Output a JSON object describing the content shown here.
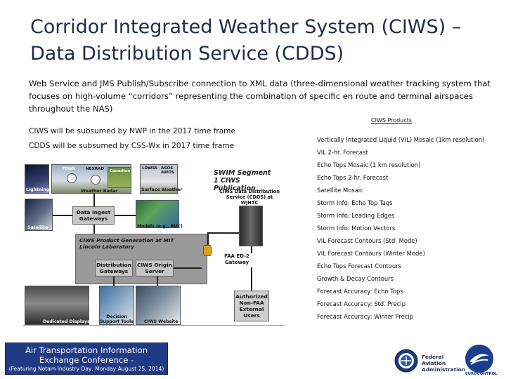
{
  "slide": {
    "title": "Corridor Integrated Weather System (CIWS) – Data Distribution Service (CDDS)",
    "intro": "Web Service and JMS Publish/Subscribe connection to XML data (three-dimensional weather tracking system that focuses on high-volume “corridors” representing the combination of specific en route and terminal airspaces throughout the NAS)",
    "note_nwp": "CIWS will be subsumed by NWP in the 2017 time frame",
    "note_csswx": "CDDS will be subsumed by CSS-Wx in 2017 time frame"
  },
  "products": {
    "heading": "CIWS Products",
    "items": [
      "Vertically Integrated Liquid (VIL) Mosaic (1km resolution)",
      "VIL 2-hr. Forecast",
      "Echo Tops Mosaic (1 km resolution)",
      "Echo Tops 2-hr. Forecast",
      "Satellite Mosaic",
      "Storm Info: Echo Top Tags",
      "Storm Info: Leading Edges",
      "Storm Info: Motion Vectors",
      "VIL Forecast Contours (Std. Mode)",
      "VIL Forecast Contours (Winter Mode)",
      "Echo Tops Forecast Contours",
      "Growth & Decay Contours",
      "Forecast Accuracy: Echo Tops",
      "Forecast Accuracy: Std. Precip",
      "Forecast Accuracy: Winter Precip"
    ]
  },
  "diagram": {
    "tdwr": "TDWR",
    "nexrad": "NEXRAD",
    "canadian": "Canadian",
    "ldwss": "LDWSS",
    "asos": "ASOS AWOS",
    "lightning": "Lightning",
    "weather_radar": "Weather Radar",
    "surface_weather": "Surface Weather",
    "satellite": "Satellite",
    "data_ingest": "Data Ingest Gateways",
    "models": "Models (e.g., RUC)",
    "swim_heading": "SWIM Segment 1 CIWS Publication",
    "cdds": "CIWS Data Distribution Service (CDDS) at WJHTC",
    "product_generation": "CIWS Product Generation at MIT Lincoln Laboratory",
    "distribution_gateways": "Distribution Gateways",
    "origin_server": "CIWS Origin Server",
    "faa_gateway": "FAA ED-2 Gateway",
    "authorized_users": "Authorized Non-FAA External Users",
    "dedicated_displays": "Dedicated Displays",
    "decision_support": "Decision Support Tools",
    "ciws_website": "CIWS Website"
  },
  "footer": {
    "banner_line1": "Air Transportation Information",
    "banner_line2": "Exchange Conference -",
    "banner_line3": "(Featuring Notam Industry Day, Monday August 25, 2014)",
    "faa_name": "Federal Aviation Administration",
    "eurocontrol": "EUROCONTROL"
  },
  "colors": {
    "title": "#1f2a4d",
    "banner": "#203a85",
    "eurocontrol": "#1b3f8b"
  }
}
